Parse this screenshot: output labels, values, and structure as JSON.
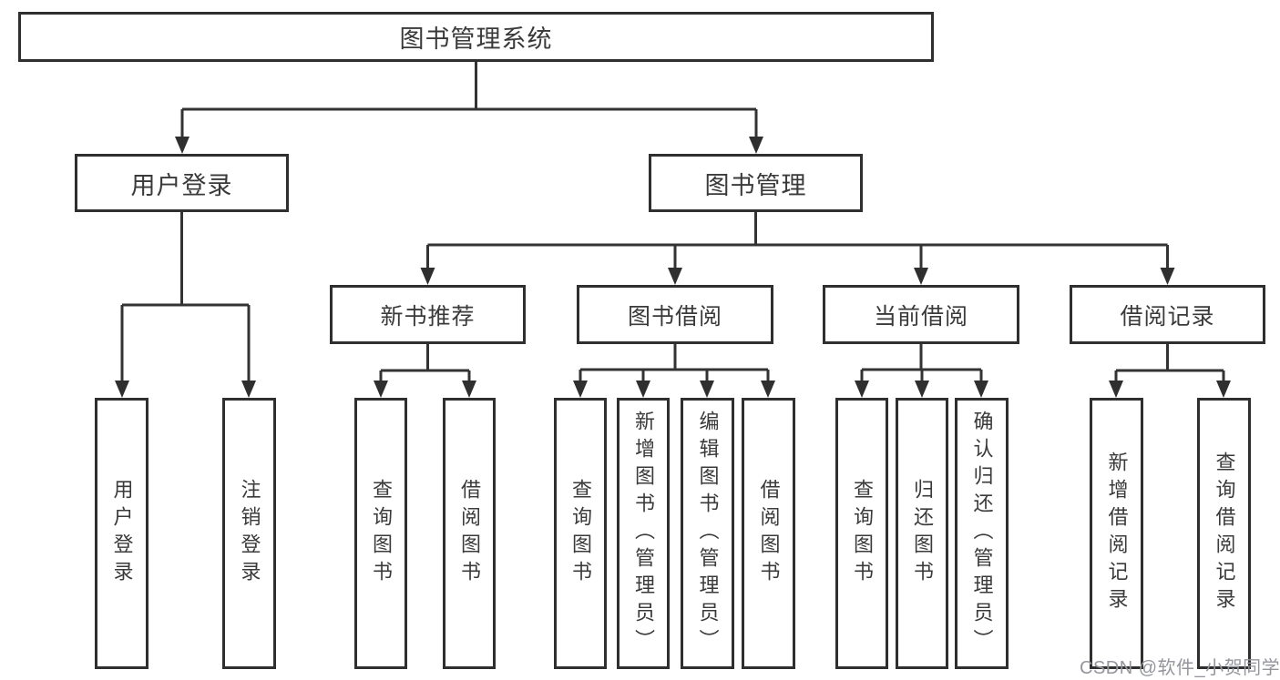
{
  "diagram": {
    "title": "图书管理系统",
    "root": {
      "label": "图书管理系统"
    },
    "level2": [
      {
        "label": "用户登录"
      },
      {
        "label": "图书管理"
      }
    ],
    "level3": [
      {
        "label": "新书推荐",
        "parent": "图书管理"
      },
      {
        "label": "图书借阅",
        "parent": "图书管理"
      },
      {
        "label": "当前借阅",
        "parent": "图书管理"
      },
      {
        "label": "借阅记录",
        "parent": "图书管理"
      }
    ],
    "leaves": [
      {
        "label": "用户登录",
        "parent": "用户登录"
      },
      {
        "label": "注销登录",
        "parent": "用户登录"
      },
      {
        "label": "查询图书",
        "parent": "新书推荐"
      },
      {
        "label": "借阅图书",
        "parent": "新书推荐"
      },
      {
        "label": "查询图书",
        "parent": "图书借阅"
      },
      {
        "label": "新增图书（管理员）",
        "parent": "图书借阅"
      },
      {
        "label": "编辑图书（管理员）",
        "parent": "图书借阅"
      },
      {
        "label": "借阅图书",
        "parent": "图书借阅"
      },
      {
        "label": "查询图书",
        "parent": "当前借阅"
      },
      {
        "label": "归还图书",
        "parent": "当前借阅"
      },
      {
        "label": "确认归还（管理员）",
        "parent": "当前借阅"
      },
      {
        "label": "新增借阅记录",
        "parent": "借阅记录"
      },
      {
        "label": "查询借阅记录",
        "parent": "借阅记录"
      }
    ],
    "watermark": "CSDN @软件_小贺同学",
    "colors": {
      "line": "#333333",
      "box_border": "#2f2f2f",
      "text": "#3a3a3a",
      "watermark": "#94969c",
      "background": "#ffffff"
    }
  }
}
